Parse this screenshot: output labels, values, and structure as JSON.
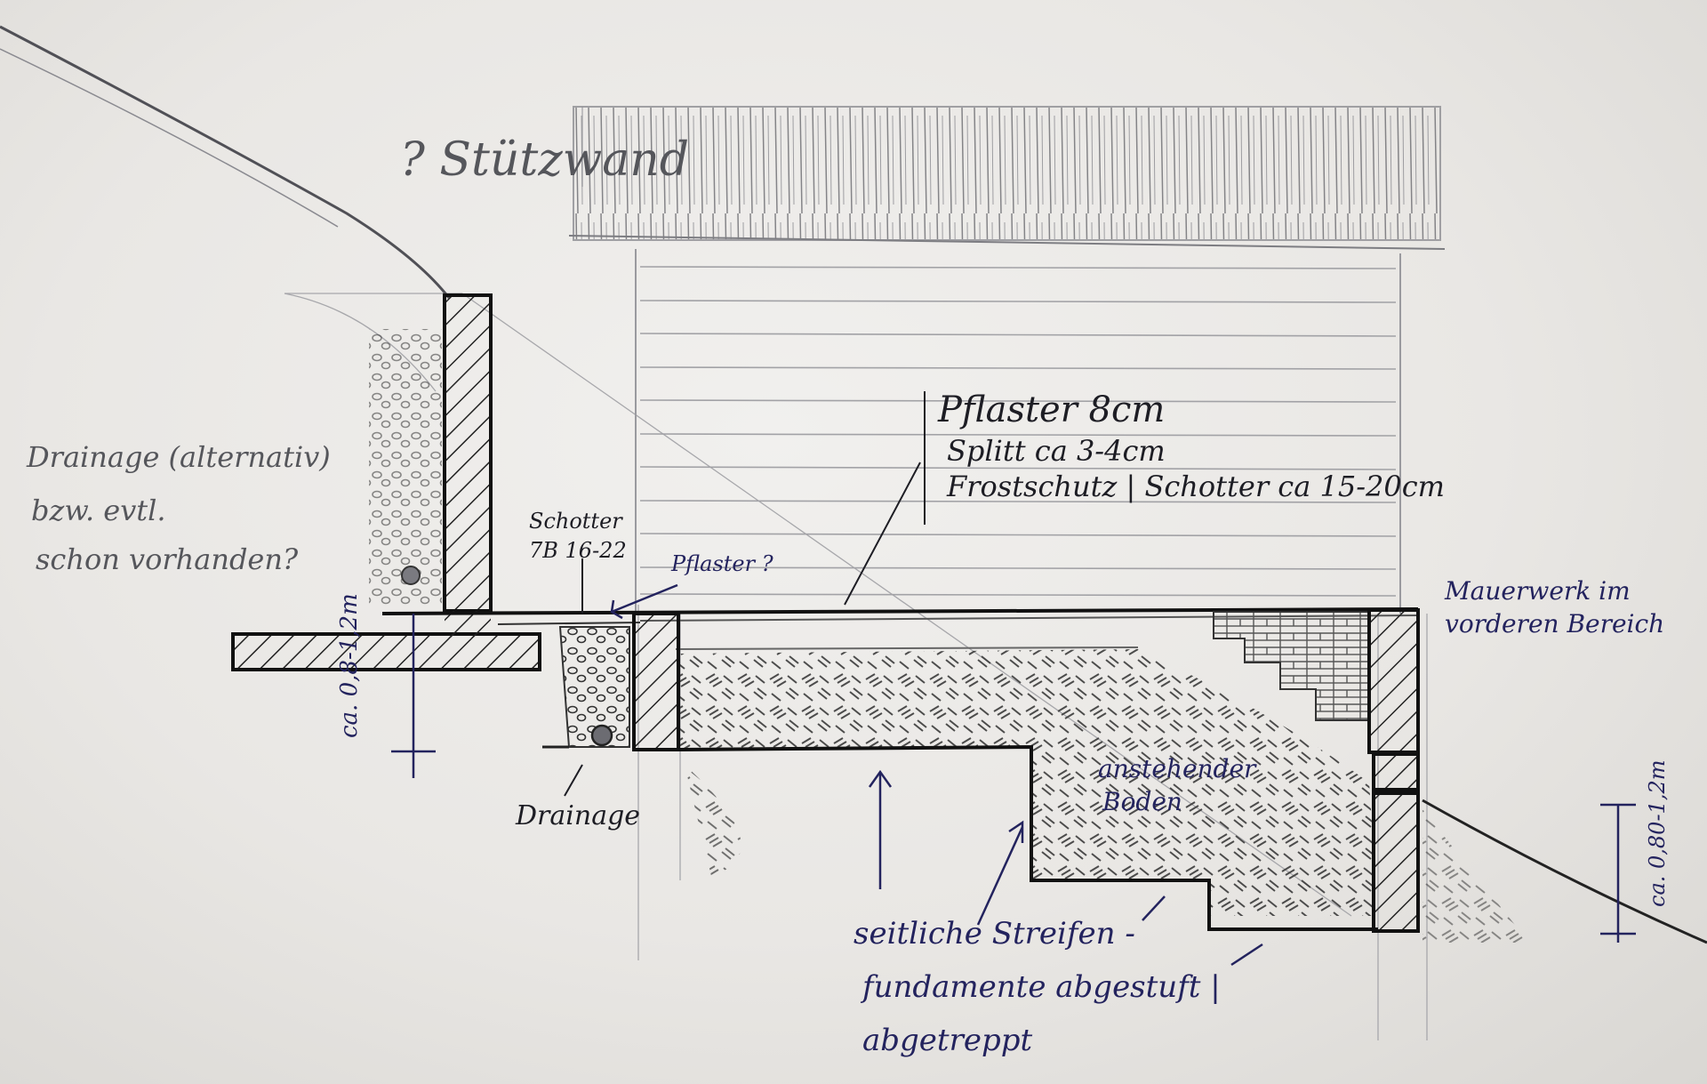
{
  "labels": {
    "stuetzwand": "? Stützwand",
    "pflaster": "Pflaster 8cm",
    "splitt": "Splitt ca 3-4cm",
    "frostschutz": "Frostschutz | Schotter ca 15-20cm",
    "drainage_alt_1": "Drainage (alternativ)",
    "drainage_alt_2": "bzw. evtl.",
    "drainage_alt_3": "schon vorhanden?",
    "schotter_1": "Schotter",
    "schotter_2": "7B 16-22",
    "pflaster_q": "Pflaster ?",
    "ca_left": "ca. 0,8-1,2m",
    "drainage": "Drainage",
    "mauerwerk_1": "Mauerwerk im",
    "mauerwerk_2": "vorderen Bereich",
    "anstehender_1": "anstehender",
    "anstehender_2": "Boden",
    "seitliche_1": "seitliche Streifen -",
    "seitliche_2": "fundamente abgestuft |",
    "seitliche_3": "abgetreppt",
    "ca_right": "ca. 0,80-1,2m"
  },
  "colors": {
    "pencil": "#55565b",
    "ink_blue": "#23235e",
    "ink_black": "#1d1d24",
    "paper": "#eeedea"
  }
}
